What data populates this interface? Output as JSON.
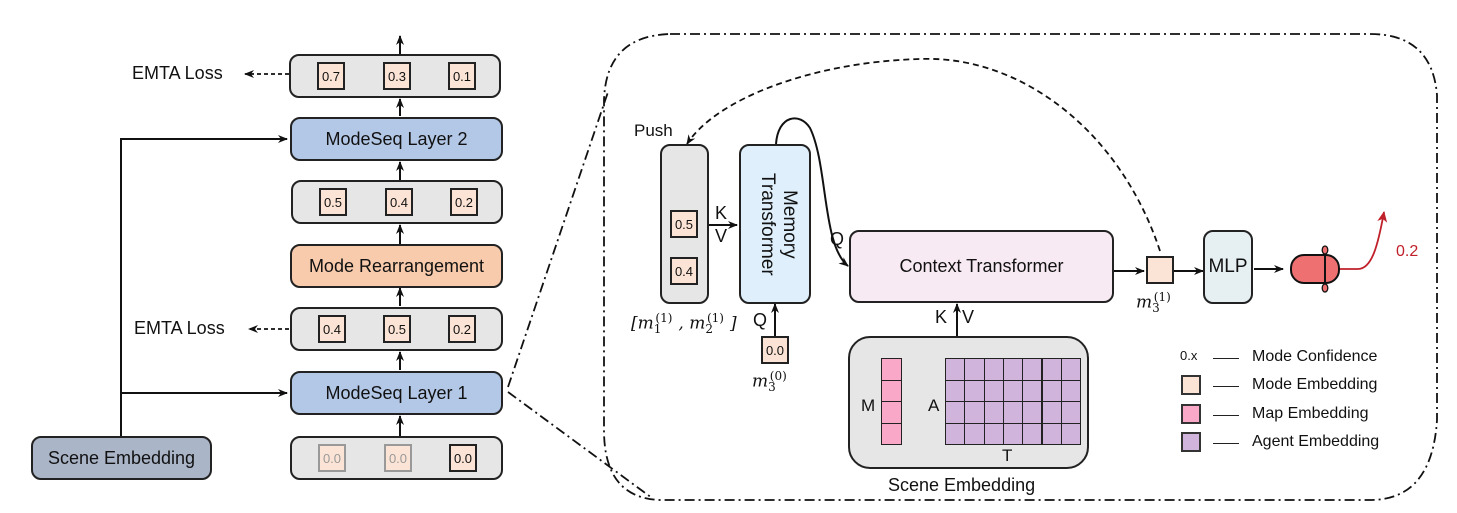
{
  "left_stack": {
    "scene_embedding": "Scene Embedding",
    "layer1": "ModeSeq Layer 1",
    "layer2": "ModeSeq Layer 2",
    "rearrangement": "Mode Rearrangement",
    "emta_loss_top": "EMTA Loss",
    "emta_loss_mid": "EMTA Loss",
    "row_init": [
      "0.0",
      "0.0",
      "0.0"
    ],
    "row_after_layer1": [
      "0.4",
      "0.5",
      "0.2"
    ],
    "row_after_rearrangement": [
      "0.5",
      "0.4",
      "0.2"
    ],
    "row_after_layer2": [
      "0.7",
      "0.3",
      "0.1"
    ]
  },
  "detail": {
    "push_label": "Push",
    "memory_tokens": [
      "0.5",
      "0.4"
    ],
    "memory_caption_base": "[m",
    "kv_k": "K",
    "kv_v": "V",
    "memory_transformer": "Memory Transformer",
    "query_label": "Q",
    "query_token": "0.0",
    "query_caption": "m",
    "query_caption_sup": "(0)",
    "query_caption_sub": "3",
    "context_q": "Q",
    "context_transformer": "Context Transformer",
    "context_k": "K",
    "context_v": "V",
    "output_caption_sup": "(1)",
    "output_caption_sub": "3",
    "mlp": "MLP",
    "confidence": "0.2",
    "scene_embedding": "Scene Embedding",
    "map_axis": "M",
    "agent_axis": "A",
    "time_axis": "T"
  },
  "legend": {
    "confidence_sample": "0.x",
    "items": [
      "Mode Confidence",
      "Mode Embedding",
      "Map Embedding",
      "Agent Embedding"
    ]
  },
  "colors": {
    "mode_embedding": "#fbe4d5",
    "map_embedding": "#f9a8c8",
    "agent_embedding": "#d0b4dc",
    "layer": "#b3c7e6",
    "rearrangement": "#f8cbad",
    "trajectory": "#c0202a",
    "agent_vehicle": "#ee7070"
  }
}
